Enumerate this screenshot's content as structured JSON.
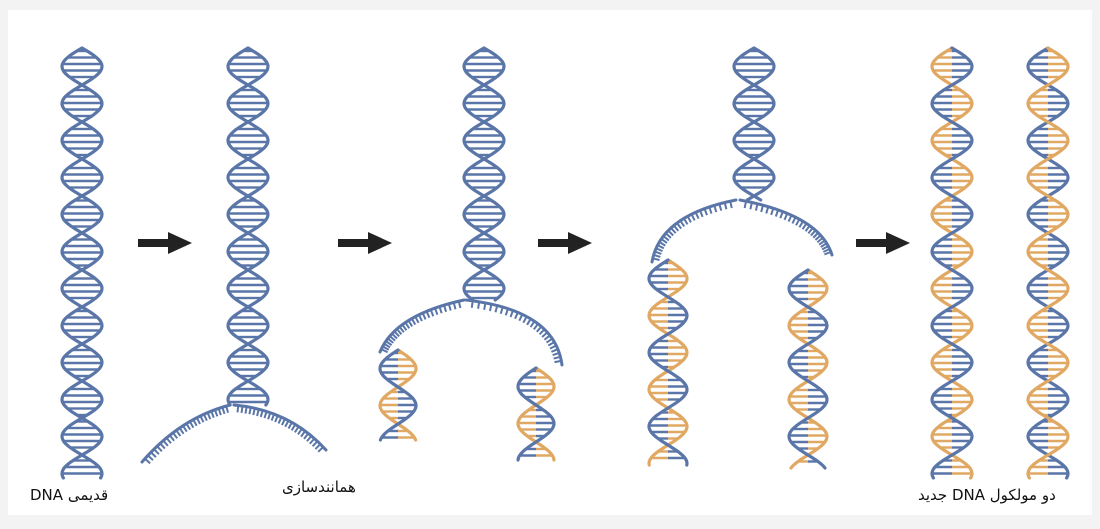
{
  "labels": {
    "old_dna": "DNA  قدیمی",
    "replication": "همانندسازی",
    "new_dna": "دو مولکول DNA جدید"
  },
  "colors": {
    "background": "#ffffff",
    "page": "#f3f3f3",
    "old_strand": "#5a76a8",
    "new_strand": "#e0a862",
    "arrow": "#222222"
  }
}
